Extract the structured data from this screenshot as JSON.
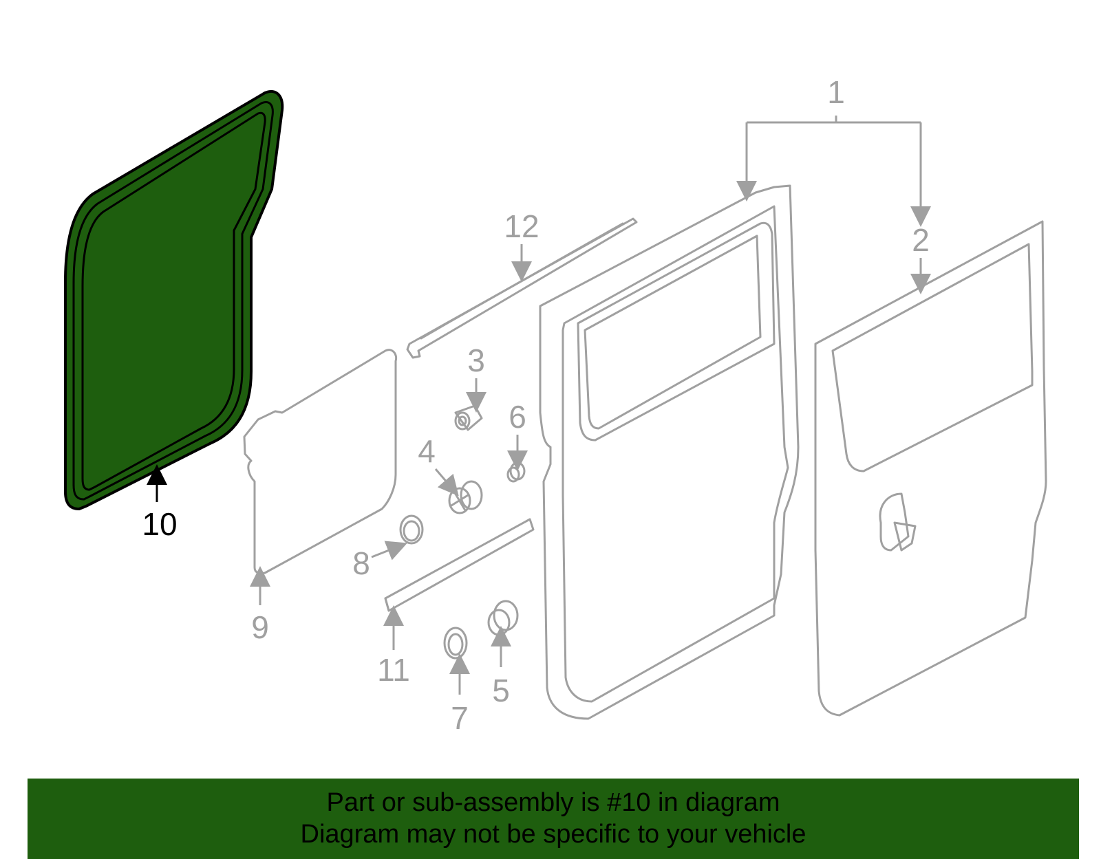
{
  "diagram": {
    "highlight_color": "#1e5e0e",
    "line_color": "#a0a0a0",
    "highlighted_part": "10",
    "callouts": {
      "c1": "1",
      "c2": "2",
      "c3": "3",
      "c4": "4",
      "c5": "5",
      "c6": "6",
      "c7": "7",
      "c8": "8",
      "c9": "9",
      "c10": "10",
      "c11": "11",
      "c12": "12"
    }
  },
  "banner": {
    "line1": "Part or sub-assembly is #10 in diagram",
    "line2": "Diagram may not be specific to your vehicle",
    "background": "#1e5e0e"
  }
}
